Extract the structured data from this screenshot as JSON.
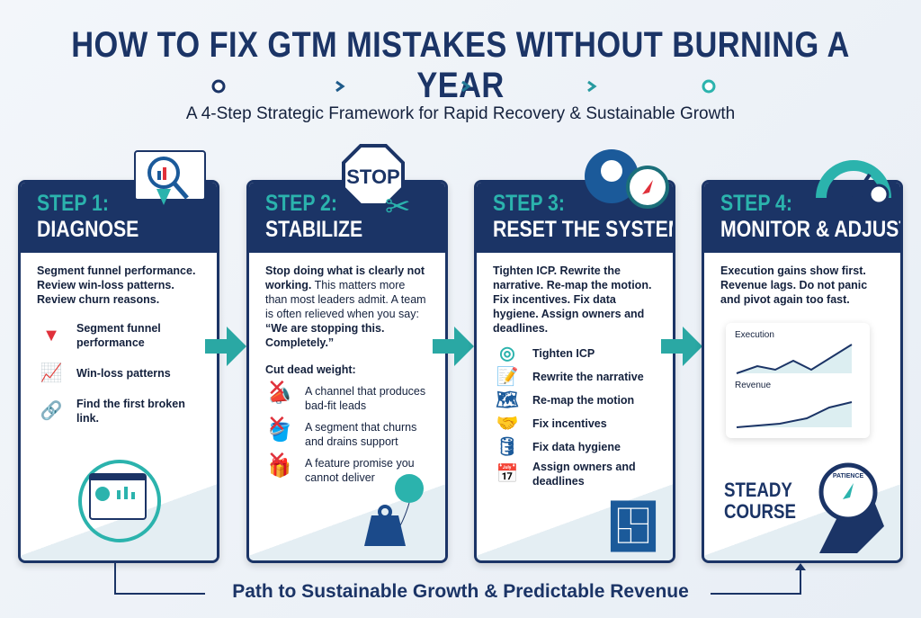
{
  "header": {
    "title": "HOW TO FIX GTM MISTAKES WITHOUT BURNING A YEAR",
    "subtitle": "A 4-Step Strategic Framework for Rapid Recovery & Sustainable Growth"
  },
  "colors": {
    "navy": "#1b3466",
    "teal": "#2bb3ad",
    "red": "#e0313b"
  },
  "steps": [
    {
      "step": "STEP 1:",
      "name": "DIAGNOSE",
      "intro": "Segment funnel performance. Review win-loss patterns. Review churn reasons.",
      "items": [
        {
          "icon": "funnel-icon",
          "label": "Segment funnel performance"
        },
        {
          "icon": "chart-trend-icon",
          "label": "Win-loss patterns"
        },
        {
          "icon": "broken-link-icon",
          "label": "Find the first broken link."
        }
      ]
    },
    {
      "step": "STEP 2:",
      "name": "STABILIZE",
      "intro_bold": "Stop doing what is clearly not working.",
      "intro": " This matters more than most leaders admit. A team is often relieved when you say:",
      "quote": "“We are stopping this. Completely.”",
      "sub_heading": "Cut dead weight:",
      "stop_sign": "STOP",
      "items": [
        {
          "icon": "megaphone-crossed-icon",
          "label": "A channel that produces bad-fit leads"
        },
        {
          "icon": "bucket-crossed-icon",
          "label": "A segment that churns and drains support"
        },
        {
          "icon": "gift-crossed-icon",
          "label": "A feature promise you cannot deliver"
        }
      ]
    },
    {
      "step": "STEP 3:",
      "name": "RESET THE SYSTEM",
      "intro": "Tighten ICP. Rewrite the narrative. Re-map the motion. Fix incentives. Fix data hygiene. Assign owners and deadlines.",
      "items": [
        {
          "icon": "target-icon",
          "label": "Tighten ICP"
        },
        {
          "icon": "document-pen-icon",
          "label": "Rewrite the narrative"
        },
        {
          "icon": "map-icon",
          "label": "Re-map the motion"
        },
        {
          "icon": "handshake-icon",
          "label": "Fix incentives"
        },
        {
          "icon": "database-icon",
          "label": "Fix data hygiene"
        },
        {
          "icon": "calendar-user-icon",
          "label": "Assign owners and deadlines"
        }
      ]
    },
    {
      "step": "STEP 4:",
      "name": "MONITOR & ADJUST",
      "intro": "Execution gains show first. Revenue lags. Do not panic and pivot again too fast.",
      "charts": [
        {
          "label": "Execution"
        },
        {
          "label": "Revenue"
        }
      ],
      "steady_line1": "STEADY",
      "steady_line2": "COURSE",
      "compass_text": "PATIENCE"
    }
  ],
  "footer": {
    "path_label": "Path to Sustainable Growth & Predictable Revenue"
  }
}
